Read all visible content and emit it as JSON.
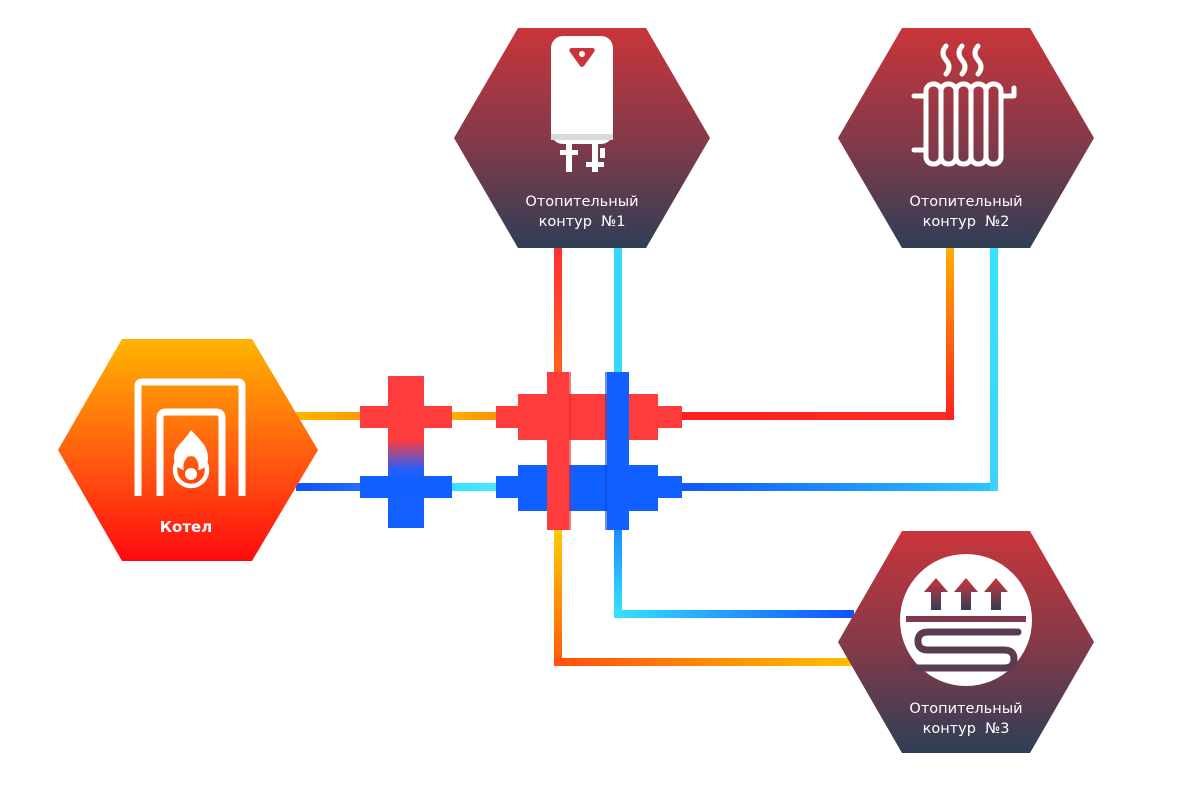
{
  "boiler": {
    "label": "Котел"
  },
  "circuits": [
    {
      "line1": "Отопительный",
      "line2": "контур  №1",
      "icon": "water-heater-icon"
    },
    {
      "line1": "Отопительный",
      "line2": "контур  №2",
      "icon": "radiator-icon"
    },
    {
      "line1": "Отопительный",
      "line2": "контур  №3",
      "icon": "underfloor-heating-icon"
    }
  ],
  "colors": {
    "hot": "#ff2a2a",
    "cold": "#1060ff",
    "hot_warm": "#ffb400",
    "cold_light": "#35e2ff",
    "boiler_top": "#ffb400",
    "boiler_bottom": "#ff0a10",
    "circuit_top": "#c9353a",
    "circuit_bottom": "#2e3e56"
  }
}
